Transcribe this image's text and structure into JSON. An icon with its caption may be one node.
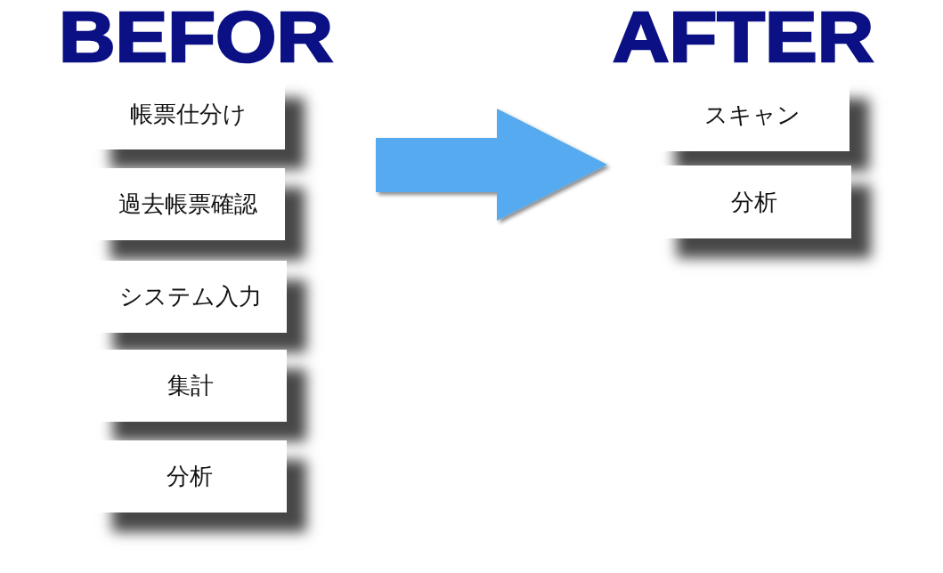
{
  "diagram": {
    "nodes": [
      {
        "text": [
          "帳票仕分け"
        ]
      },
      {
        "text": [
          "過去帳票確認"
        ]
      },
      {
        "text": [
          "システム入力"
        ]
      },
      {
        "text": [
          "集計"
        ]
      },
      {
        "text": [
          "分析"
        ]
      },
      {
        "text": [
          "スキャン"
        ]
      },
      {
        "text": [
          "分析"
        ]
      }
    ],
    "labels": [
      "BEFOR",
      "AFTER"
    ]
  }
}
